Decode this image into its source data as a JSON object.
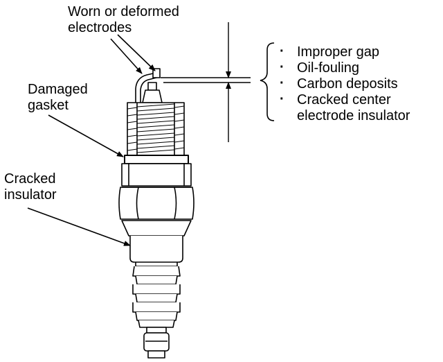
{
  "callouts": {
    "worn_electrodes": [
      "Worn or deformed",
      "electrodes"
    ],
    "damaged_gasket": [
      "Damaged",
      "gasket"
    ],
    "cracked_insulator": [
      "Cracked",
      "insulator"
    ]
  },
  "conditions": [
    "Improper gap",
    "Oil-fouling",
    "Carbon deposits",
    "Cracked center",
    "electrode insulator"
  ]
}
